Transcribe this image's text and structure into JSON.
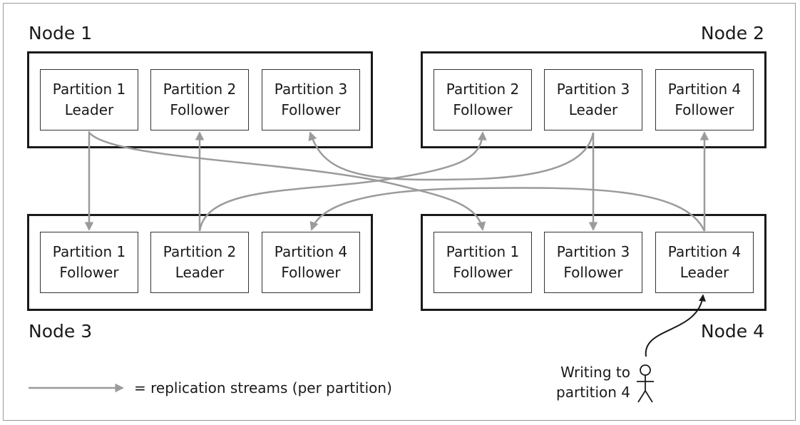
{
  "nodes": [
    {
      "label": "Node 1",
      "partitions": [
        {
          "name": "Partition 1",
          "role": "Leader"
        },
        {
          "name": "Partition 2",
          "role": "Follower"
        },
        {
          "name": "Partition 3",
          "role": "Follower"
        }
      ]
    },
    {
      "label": "Node 2",
      "partitions": [
        {
          "name": "Partition 2",
          "role": "Follower"
        },
        {
          "name": "Partition 3",
          "role": "Leader"
        },
        {
          "name": "Partition 4",
          "role": "Follower"
        }
      ]
    },
    {
      "label": "Node 3",
      "partitions": [
        {
          "name": "Partition 1",
          "role": "Follower"
        },
        {
          "name": "Partition 2",
          "role": "Leader"
        },
        {
          "name": "Partition 4",
          "role": "Follower"
        }
      ]
    },
    {
      "label": "Node 4",
      "partitions": [
        {
          "name": "Partition 1",
          "role": "Follower"
        },
        {
          "name": "Partition 3",
          "role": "Follower"
        },
        {
          "name": "Partition 4",
          "role": "Leader"
        }
      ]
    }
  ],
  "legend": {
    "text": "= replication streams (per partition)"
  },
  "client": {
    "line1": "Writing to",
    "line2": "partition 4"
  },
  "colors": {
    "arrow": "#9b9b9b",
    "border": "#1a1a1a"
  }
}
